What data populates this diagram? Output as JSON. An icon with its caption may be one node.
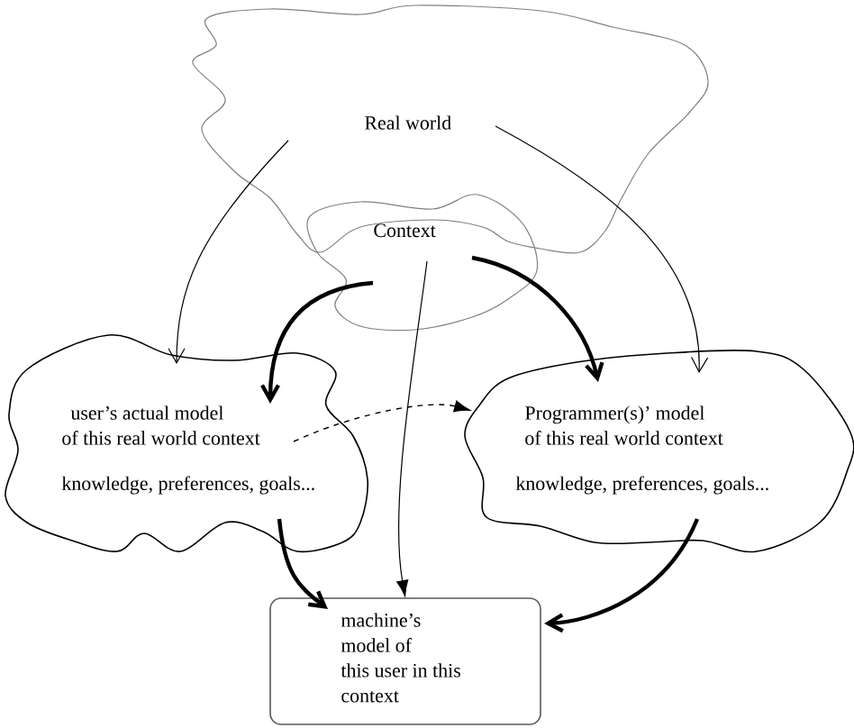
{
  "diagram": {
    "nodes": [
      {
        "text": [
          "Real world"
        ]
      },
      {
        "text": [
          "Context"
        ]
      },
      {
        "text": [
          "user’s actual model of this real world context",
          "knowledge, preferences, goals..."
        ]
      },
      {
        "text": [
          "Programmer(s)’ model of this real world context",
          "knowledge, preferences, goals..."
        ]
      },
      {
        "text": [
          "machine’s model of this user in this context"
        ]
      }
    ],
    "edges": [
      {
        "from": 0,
        "to": 2,
        "arrow": "to"
      },
      {
        "from": 0,
        "to": 3,
        "arrow": "to"
      },
      {
        "from": 1,
        "to": 2,
        "arrow": "to",
        "style": "thick"
      },
      {
        "from": 1,
        "to": 3,
        "arrow": "to",
        "style": "thick"
      },
      {
        "from": 1,
        "to": 4,
        "arrow": "to"
      },
      {
        "from": 2,
        "to": 3,
        "arrow": "to",
        "style": "dashed"
      },
      {
        "from": 2,
        "to": 4,
        "arrow": "to",
        "style": "thick"
      },
      {
        "from": 3,
        "to": 4,
        "arrow": "to",
        "style": "thick"
      }
    ]
  }
}
